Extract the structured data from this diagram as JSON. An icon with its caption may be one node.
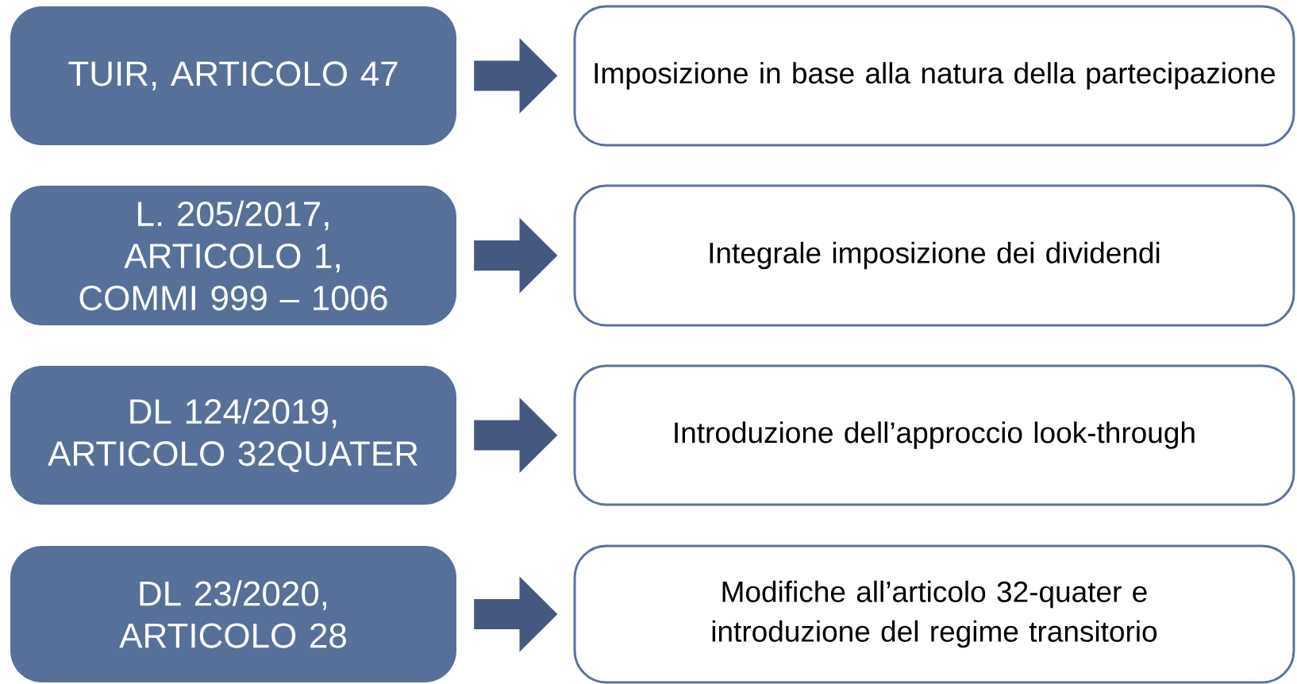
{
  "diagram": {
    "nodes": [
      {
        "text": [
          "TUIR, ARTICOLO 47"
        ]
      },
      {
        "text": [
          "Imposizione in base alla natura della partecipazione"
        ]
      },
      {
        "text": [
          "L. 205/2017, ARTICOLO 1, COMMI 999 – 1006"
        ]
      },
      {
        "text": [
          "Integrale imposizione dei dividendi"
        ]
      },
      {
        "text": [
          "DL 124/2019, ARTICOLO 32QUATER"
        ]
      },
      {
        "text": [
          "Introduzione dell’approccio look-through"
        ]
      },
      {
        "text": [
          "DL 23/2020, ARTICOLO 28"
        ]
      },
      {
        "text": [
          "Modifiche all’articolo 32-quater e introduzione del regime transitorio"
        ]
      }
    ],
    "edges": [
      {
        "from": 0,
        "to": 1,
        "arrow": "to"
      },
      {
        "from": 2,
        "to": 3,
        "arrow": "to"
      },
      {
        "from": 4,
        "to": 5,
        "arrow": "to"
      },
      {
        "from": 6,
        "to": 7,
        "arrow": "to"
      }
    ]
  }
}
